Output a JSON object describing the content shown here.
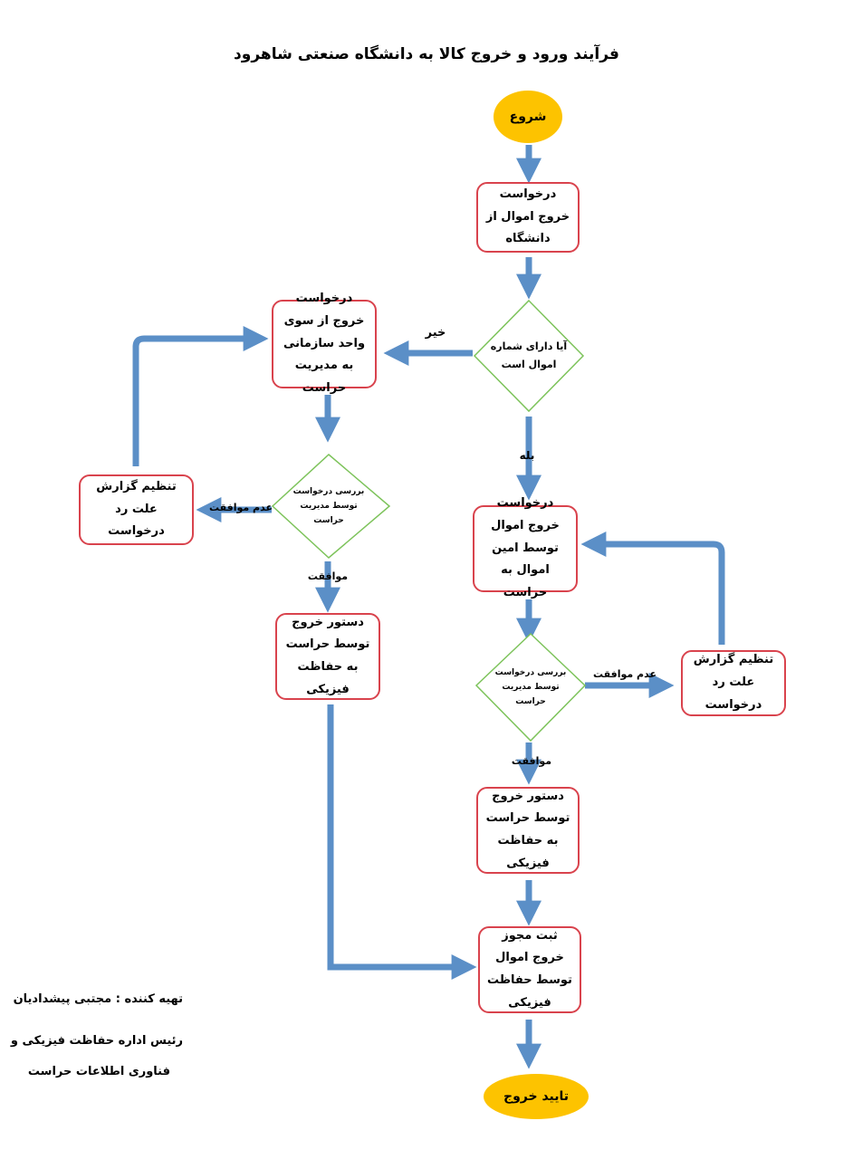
{
  "title": "فرآیند ورود و خروج کالا به دانشگاه صنعتی شاهرود",
  "nodes": {
    "start": "شروع",
    "request_exit": "درخواست خروج اموال از دانشگاه",
    "has_asset_number": "آیا دارای شماره اموال است",
    "unit_request": "درخواست خروج از سوی واحد سازمانی به مدیریت حراست",
    "review_left": "بررسی درخواست توسط مدیریت حراست",
    "reject_report_left": "تنظیم گزارش علت رد درخواست",
    "exit_order_left": "دستور خروج توسط حراست به حفاظت فیزیکی",
    "trustee_request": "درخواست خروج اموال توسط امین اموال به حراست",
    "review_right": "بررسی درخواست توسط مدیریت حراست",
    "reject_report_right": "تنظیم گزارش علت رد درخواست",
    "exit_order_right": "دستور خروج توسط حراست به حفاظت فیزیکی",
    "register_permit": "ثبت مجوز خروج اموال توسط حفاظت فیزیکی",
    "end": "تایید خروج"
  },
  "edge_labels": {
    "no": "خیر",
    "yes": "بله",
    "reject_left": "عدم موافقت",
    "approve_left": "موافقت",
    "reject_right": "عدم موافقت",
    "approve_right": "موافقت"
  },
  "author": {
    "line1": "تهیه کننده : مجتبی پیشدادیان",
    "line2": "رئیس اداره حفاظت فیزیکی و",
    "line3": "فناوری اطلاعات حراست"
  },
  "colors": {
    "arrow": "#5b8fc7",
    "box_border": "#d9434d",
    "diamond_border": "#7dc35b",
    "terminal_fill": "#fdc300"
  }
}
